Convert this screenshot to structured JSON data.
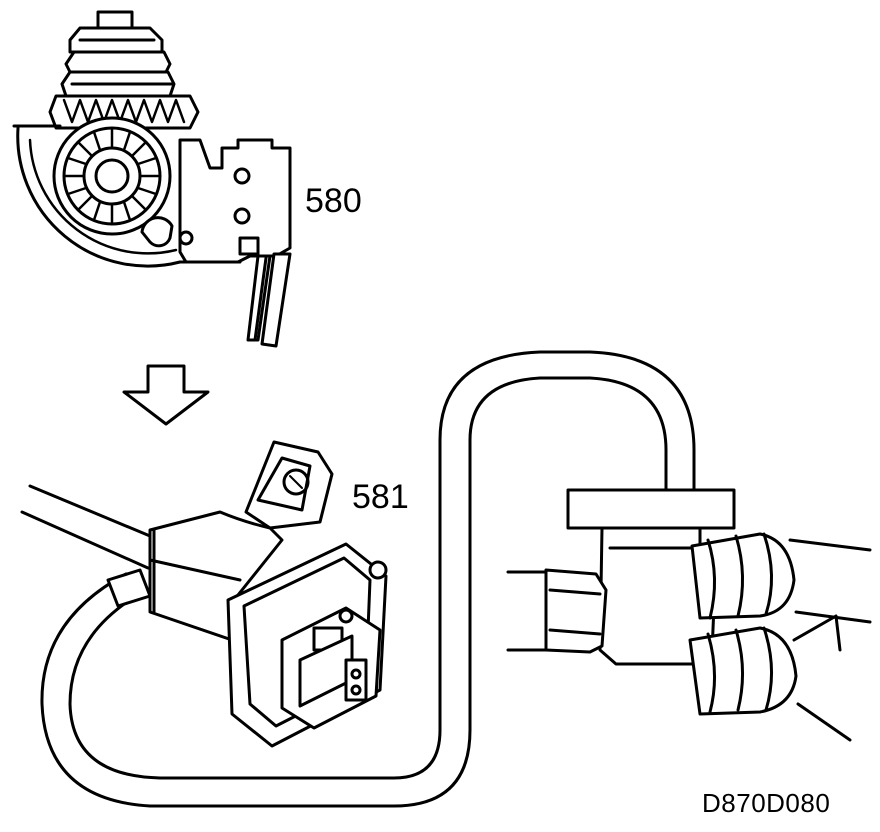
{
  "labels": {
    "part_580": "580",
    "part_581": "581",
    "figure_ref": "D870D080"
  },
  "colors": {
    "line": "#000000",
    "background": "#ffffff"
  }
}
